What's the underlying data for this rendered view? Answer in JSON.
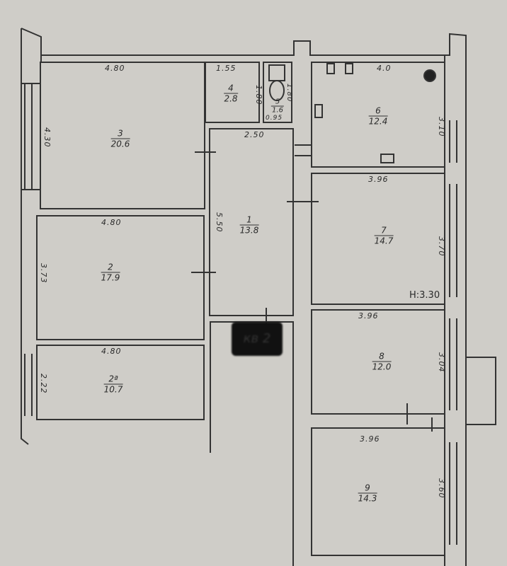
{
  "rooms": [
    {
      "id": "3",
      "area": "20.6",
      "width": "4.80",
      "length": "4.30"
    },
    {
      "id": "2",
      "area": "17.9",
      "width": "4.80",
      "length": "3.73"
    },
    {
      "id": "2ª",
      "area": "10.7",
      "width": "4.80",
      "length": "2.22"
    },
    {
      "id": "4",
      "area": "2.8",
      "width": "1.55",
      "length": "1.80"
    },
    {
      "id": "5",
      "area": "1.6",
      "width": "0.95",
      "length": "1.80"
    },
    {
      "id": "1",
      "area": "13.8",
      "width": "2.50",
      "length": "5.50"
    },
    {
      "id": "6",
      "area": "12.4",
      "width": "4.0",
      "length": "3.10"
    },
    {
      "id": "7",
      "area": "14.7",
      "width": "3.96",
      "length": "3.70"
    },
    {
      "id": "8",
      "area": "12.0",
      "width": "3.96",
      "length": "3.04"
    },
    {
      "id": "9",
      "area": "14.3",
      "width": "3.96",
      "length": "3.60"
    }
  ],
  "ceiling_height": "H:3.30",
  "apartment_label": "кв 2"
}
